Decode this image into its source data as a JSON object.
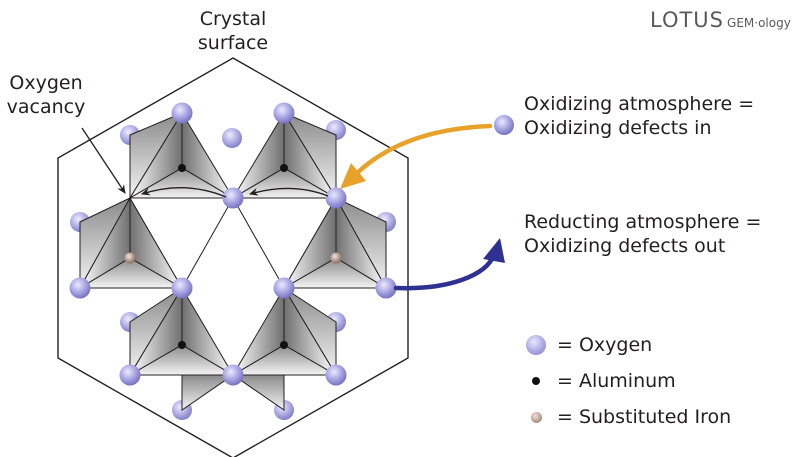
{
  "brand": {
    "name": "LOTUS",
    "suffix": "GEM·ology"
  },
  "labels": {
    "crystal_surface_line1": "Crystal",
    "crystal_surface_line2": "surface",
    "oxygen_vacancy_line1": "Oxygen",
    "oxygen_vacancy_line2": "vacancy"
  },
  "annotations": {
    "oxidizing_line1": "Oxidizing atmosphere =",
    "oxidizing_line2": "Oxidizing defects in",
    "reducing_line1": "Reducting atmosphere =",
    "reducing_line2": "Oxidizing defects out"
  },
  "legend": [
    {
      "symbol": "oxygen",
      "label": "= Oxygen"
    },
    {
      "symbol": "aluminum",
      "label": "= Aluminum"
    },
    {
      "symbol": "iron",
      "label": "= Substituted Iron"
    }
  ],
  "colors": {
    "oxidizing_arrow": "#e8a22a",
    "reducing_arrow": "#2e3192",
    "oxygen_atom": "#a9a6e2",
    "aluminum_atom": "#111111",
    "iron_atom": "#b59a8e",
    "outline": "#231f20"
  }
}
